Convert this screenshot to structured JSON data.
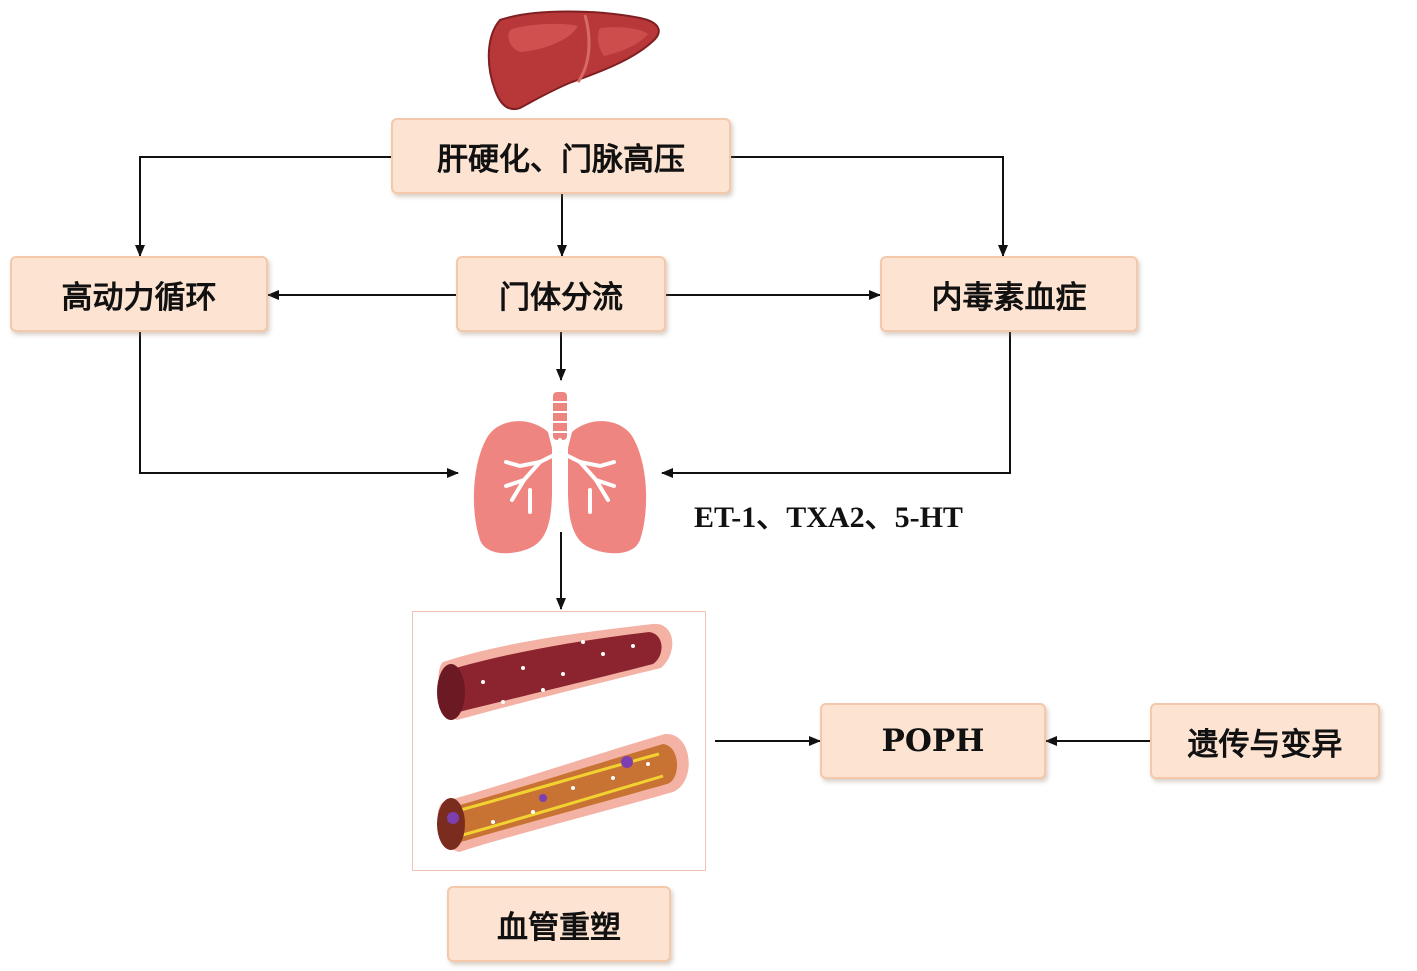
{
  "nodes": {
    "liver_cirrhosis": "肝硬化、门脉高压",
    "hyperdynamic_circulation": "高动力循环",
    "portosystemic_shunt": "门体分流",
    "endotoxemia": "内毒素血症",
    "poph": "POPH",
    "genetics": "遗传与变异",
    "vascular_remodeling": "血管重塑"
  },
  "mediators_label": "ET-1、TXA2、5-HT",
  "icons": [
    "liver-icon",
    "lungs-icon",
    "blood-vessel-icon"
  ],
  "colors": {
    "box_fill": "#fde4d2",
    "box_border": "#f3c8ab",
    "liver": "#b8383a",
    "lungs": "#ef8580",
    "vessel": "#8c2430",
    "arrow": "#111111"
  }
}
